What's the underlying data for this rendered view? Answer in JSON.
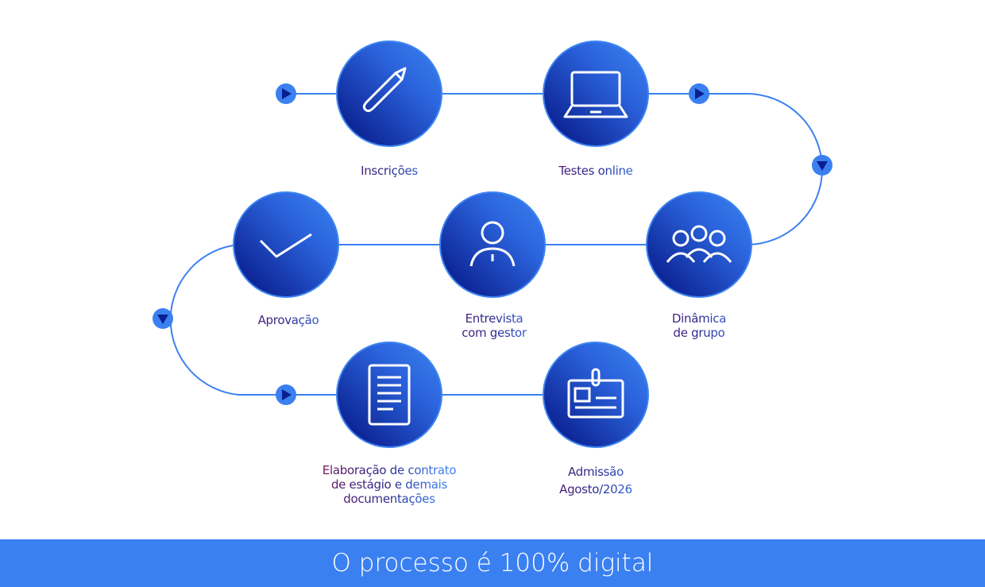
{
  "steps": [
    {
      "label": [
        "Inscrições"
      ],
      "icon": "pencil-icon"
    },
    {
      "label": [
        "Testes online"
      ],
      "icon": "laptop-icon"
    },
    {
      "label": [
        "Dinâmica",
        "de grupo"
      ],
      "icon": "group-icon"
    },
    {
      "label": [
        "Entrevista",
        "com gestor"
      ],
      "icon": "person-icon"
    },
    {
      "label": [
        "Aprovação"
      ],
      "icon": "checkmark-icon"
    },
    {
      "label": [
        "Elaboração de contrato",
        "de estágio e demais",
        "documentações"
      ],
      "icon": "document-icon"
    },
    {
      "label": [
        "Admissão",
        "Agosto/2026"
      ],
      "icon": "id-badge-icon"
    }
  ],
  "banner": "O processo é 100% digital",
  "colors": {
    "accent": "#3b80f1",
    "dark": "#0a1f8f"
  }
}
